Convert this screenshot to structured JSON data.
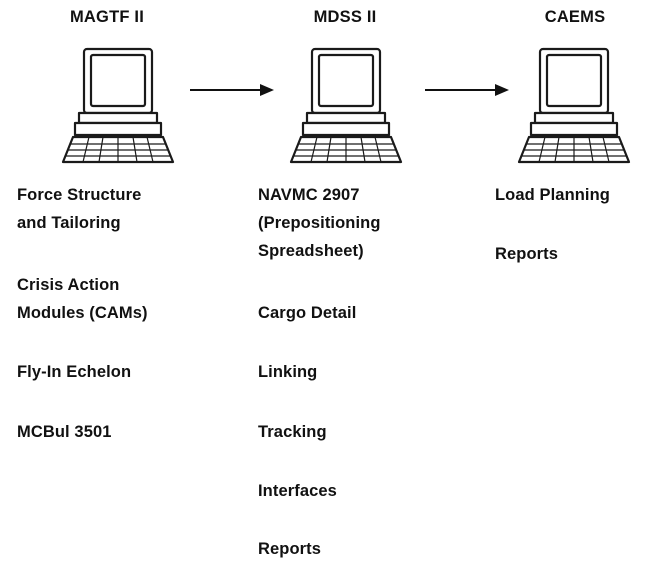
{
  "columns": [
    {
      "title": "MAGTF II",
      "icon": "computer-icon",
      "items": [
        [
          "Force Structure",
          "and Tailoring"
        ],
        [
          "Crisis Action",
          "Modules (CAMs)"
        ],
        [
          "Fly-In Echelon"
        ],
        [
          "MCBul 3501"
        ]
      ]
    },
    {
      "title": "MDSS II",
      "icon": "computer-icon",
      "items": [
        [
          "NAVMC 2907",
          "(Prepositioning",
          "Spreadsheet)"
        ],
        [
          "Cargo Detail"
        ],
        [
          "Linking"
        ],
        [
          "Tracking"
        ],
        [
          "Interfaces"
        ],
        [
          "Reports"
        ]
      ]
    },
    {
      "title": "CAEMS",
      "icon": "computer-icon",
      "items": [
        [
          "Load Planning"
        ],
        [
          "Reports"
        ]
      ]
    }
  ],
  "arrows": [
    {
      "from": "MAGTF II",
      "to": "MDSS II",
      "icon": "arrow-right-icon"
    },
    {
      "from": "MDSS II",
      "to": "CAEMS",
      "icon": "arrow-right-icon"
    }
  ]
}
